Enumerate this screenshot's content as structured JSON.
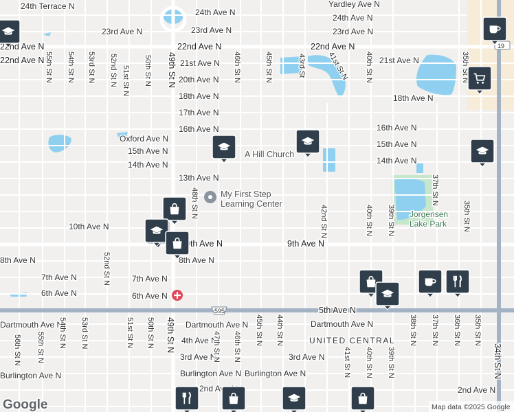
{
  "map": {
    "provider_logo": "Google",
    "attribution": "Map data ©2025 Google",
    "colors": {
      "background": "#f2f0ee",
      "road": "#ffffff",
      "arterial": "#a3b3c4",
      "water": "#8fd0f0",
      "park": "#c8e6cc",
      "pin_bg": "#2f3e4a",
      "pin_dot": "#cf4a4a"
    },
    "avenues": {
      "terrace_24th": "24th Terrace N",
      "ave_24th": "24th Ave N",
      "yardley": "Yardley Ave N",
      "ave_24th_e": "24th Ave N",
      "ave_23rd": "23rd Ave N",
      "ave_23rd_c": "23rd Ave N",
      "ave_23rd_e": "23rd Ave N",
      "ave_22nd_w": "22nd Ave N",
      "ave_22nd_c": "22nd Ave N",
      "ave_22nd_e": "22nd Ave N",
      "ave_22nd_far": "22nd Ave N",
      "ave_21st": "21st Ave N",
      "ave_21st_e": "21st Ave N",
      "ave_20th": "20th Ave N",
      "ave_18th": "18th Ave N",
      "ave_18th_e": "18th Ave N",
      "ave_17th": "17th Ave N",
      "ave_16th": "16th Ave N",
      "ave_16th_e": "16th Ave N",
      "oxford": "Oxford Ave N",
      "ave_15th": "15th Ave N",
      "ave_15th_e": "15th Ave N",
      "ave_14th": "14th Ave N",
      "ave_14th_e": "14th Ave N",
      "ave_13th": "13th Ave N",
      "ave_10th": "10th Ave N",
      "ave_9th": "9th Ave N",
      "ave_9th_w": "9th Ave N",
      "ave_8th": "8th Ave N",
      "ave_8th_w": "8th Ave N",
      "ave_7th": "7th Ave N",
      "ave_7th_w": "7th Ave N",
      "ave_6th": "6th Ave N",
      "ave_6th_w": "6th Ave N",
      "ave_5th": "5th Ave N",
      "dartmouth_w": "Dartmouth Ave N",
      "dartmouth_c": "Dartmouth Ave N",
      "dartmouth_e": "Dartmouth Ave N",
      "ave_4th": "4th Ave N",
      "ave_3rd": "3rd Ave N",
      "ave_3rd_e": "3rd Ave N",
      "burlington_w": "Burlington Ave N",
      "burlington_c": "Burlington Ave N",
      "burlington_e": "Burlington Ave N",
      "ave_2nd": "2nd Ave N",
      "ave_2nd_e": "2nd Ave N"
    },
    "streets": {
      "st_56th": "56th St N",
      "st_55th": "55th St N",
      "st_55th_s": "55th St N",
      "st_54th": "54th St N",
      "st_54th_s": "54th St N",
      "st_53rd": "53rd St N",
      "st_53rd_s": "53rd St N",
      "st_52nd": "52nd St N",
      "st_52nd_s": "52nd St N",
      "st_51st": "51st St N",
      "st_51st_s": "51st St N",
      "st_50th": "50th St N",
      "st_50th_s": "50th St N",
      "st_49th": "49th St N",
      "st_49th_s": "49th St N",
      "st_48th": "48th St N",
      "st_47th": "47th St N",
      "st_46th": "46th St N",
      "st_46th_s": "46th St N",
      "st_45th": "45th St N",
      "st_45th_s": "45th St N",
      "st_44th": "44th St N",
      "st_43rd": "43rd St",
      "st_42nd": "42nd St N",
      "st_41st": "41st St N",
      "st_41st_s": "41st St N",
      "st_40th": "40th St N",
      "st_40th_c": "40th St N",
      "st_40th_s": "40th St N",
      "st_39th": "39th St N",
      "st_39th_s": "39th St N",
      "st_38th": "38th St N",
      "st_37th": "37th St N",
      "st_37th_s": "37th St N",
      "st_36th": "36th St N",
      "st_35th": "35th St N",
      "st_35th_c": "35th St N",
      "st_35th_s": "35th St N",
      "st_34th": "34th St N"
    },
    "route_shield": "595",
    "highway_badge": "19",
    "places": {
      "church": "A Hill Church",
      "school_line1": "My First Step",
      "school_line2": "Learning Center",
      "park_line1": "Jorgensen",
      "park_line2": "Lake Park",
      "neighborhood": "UNITED CENTRAL"
    },
    "pins": [
      {
        "type": "education",
        "icon": "graduation-cap-icon"
      },
      {
        "type": "education",
        "icon": "graduation-cap-icon"
      },
      {
        "type": "education",
        "icon": "graduation-cap-icon"
      },
      {
        "type": "cafe",
        "icon": "coffee-cup-icon"
      },
      {
        "type": "grocery",
        "icon": "shopping-cart-icon"
      },
      {
        "type": "shopping",
        "icon": "shopping-bag-icon"
      },
      {
        "type": "restaurant",
        "icon": "fork-knife-icon"
      },
      {
        "type": "education",
        "icon": "graduation-cap-icon"
      },
      {
        "type": "shopping",
        "icon": "shopping-bag-icon"
      },
      {
        "type": "shopping",
        "icon": "shopping-bag-icon"
      },
      {
        "type": "education",
        "icon": "graduation-cap-icon"
      },
      {
        "type": "cafe",
        "icon": "coffee-cup-icon"
      },
      {
        "type": "restaurant",
        "icon": "fork-knife-icon"
      },
      {
        "type": "restaurant",
        "icon": "fork-knife-icon"
      },
      {
        "type": "shopping",
        "icon": "shopping-bag-icon"
      },
      {
        "type": "education",
        "icon": "graduation-cap-icon"
      },
      {
        "type": "shopping",
        "icon": "shopping-bag-icon"
      },
      {
        "type": "education",
        "icon": "graduation-cap-icon"
      }
    ],
    "hospital_icon": "hospital-cross-icon",
    "school_place_icon": "place-dot-icon"
  }
}
